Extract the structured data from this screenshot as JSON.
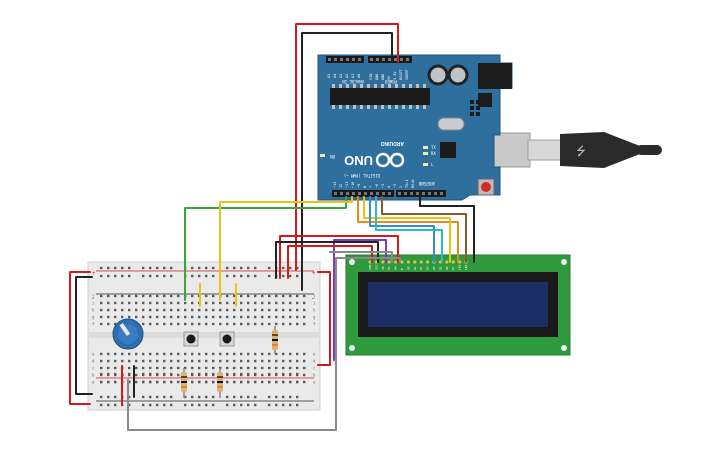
{
  "arduino": {
    "brand": "ARDUINO",
    "model": "UNO",
    "on_label": "ON",
    "header_analog": "ANALOG IN",
    "header_power": "POWER",
    "header_digital": "DIGITAL (PWM ~)",
    "tx_label": "TX",
    "rx_label": "RX",
    "l_label": "L",
    "aref_label": "AREF",
    "gnd_label": "GND",
    "analog_pins": [
      "A5",
      "A4",
      "A3",
      "A2",
      "A1",
      "A0"
    ],
    "power_pins": [
      "VIN",
      "GND",
      "GND",
      "5V",
      "3.3V",
      "RESET",
      "IOREF"
    ],
    "digital_pins": [
      "~13",
      "12",
      "~11",
      "~10",
      "~9",
      "8",
      "7",
      "~6",
      "~5",
      "4",
      "~3",
      "2",
      "TX▸1",
      "RX◂0"
    ]
  },
  "lcd": {
    "pins": [
      "GND",
      "VCC",
      "V0",
      "RS",
      "RW",
      "E",
      "D0",
      "D1",
      "D2",
      "D3",
      "D4",
      "D5",
      "D6",
      "D7",
      "LED",
      "LED"
    ]
  },
  "breadboard": {
    "row_letters": [
      "j",
      "i",
      "h",
      "g",
      "f",
      "e",
      "d",
      "c",
      "b",
      "a"
    ],
    "rail_plus": "+",
    "rail_minus": "-"
  },
  "colors": {
    "arduino_board": "#2f6f9e",
    "lcd_board": "#2f9a3d",
    "lcd_screen": "#1d2e66",
    "wire_red": "#d7191c",
    "wire_black": "#222222",
    "wire_green": "#3aa53a",
    "wire_yellow": "#e8c414",
    "wire_orange": "#e88a1a",
    "wire_blue": "#3a88d8",
    "wire_purple": "#7a3fb8",
    "wire_gray": "#8a8a8a",
    "wire_brown": "#8a5a2a",
    "wire_cyan": "#2fb8c8"
  }
}
